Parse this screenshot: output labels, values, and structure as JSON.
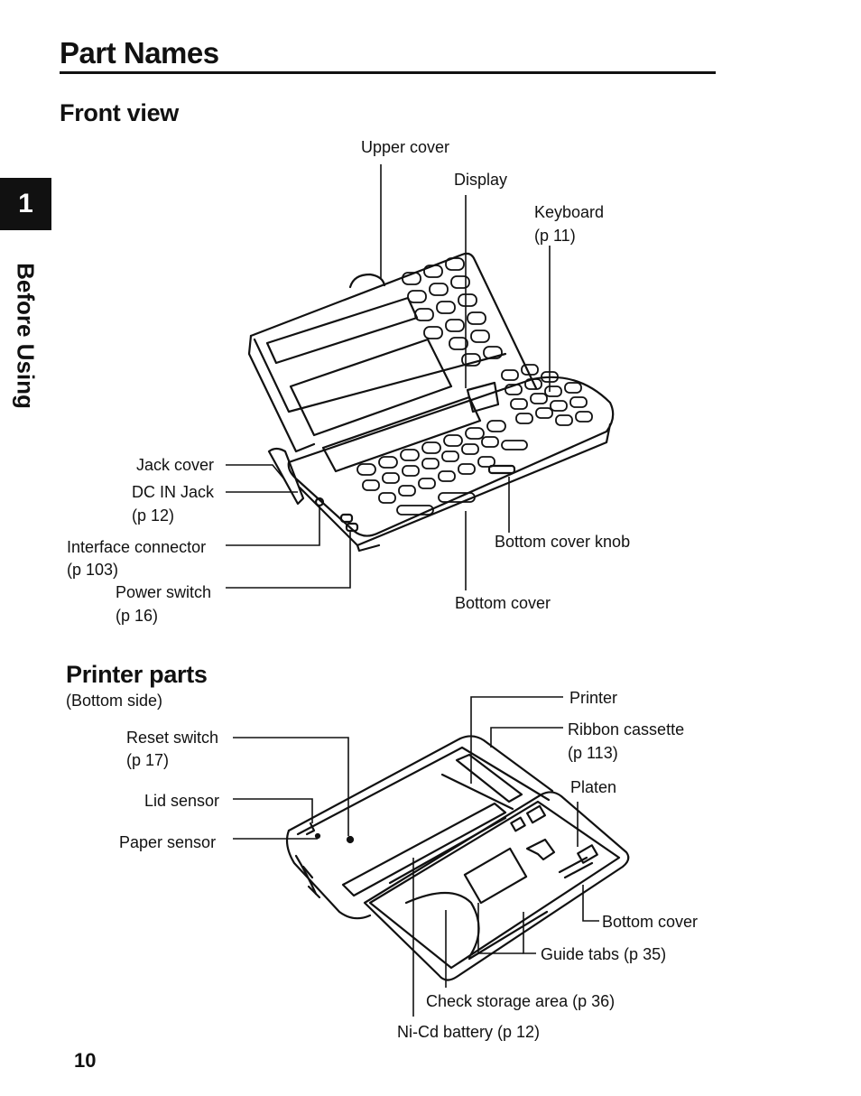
{
  "page": {
    "title": "Part Names",
    "page_number": "10"
  },
  "chapter_tab": {
    "number": "1",
    "title": "Before Using"
  },
  "front_view": {
    "heading": "Front view",
    "labels": {
      "upper_cover": "Upper cover",
      "display": "Display",
      "keyboard": "Keyboard",
      "keyboard_ref": "(p  11)",
      "jack_cover": "Jack cover",
      "dc_in_jack": "DC IN Jack",
      "dc_in_jack_ref": "(p  12)",
      "interface_connector": "Interface connector",
      "interface_connector_ref": "(p  103)",
      "power_switch": "Power switch",
      "power_switch_ref": "(p  16)",
      "bottom_cover_knob": "Bottom cover knob",
      "bottom_cover": "Bottom cover"
    }
  },
  "printer_parts": {
    "heading": "Printer parts",
    "subheading": "(Bottom side)",
    "labels": {
      "reset_switch": "Reset switch",
      "reset_switch_ref": "(p  17)",
      "lid_sensor": "Lid sensor",
      "paper_sensor": "Paper sensor",
      "printer": "Printer",
      "ribbon_cassette": "Ribbon cassette",
      "ribbon_cassette_ref": "(p  113)",
      "platen": "Platen",
      "bottom_cover": "Bottom cover",
      "guide_tabs": "Guide tabs (p  35)",
      "check_storage_area": "Check storage area (p  36)",
      "nicd_battery": "Ni-Cd battery (p  12)"
    }
  }
}
